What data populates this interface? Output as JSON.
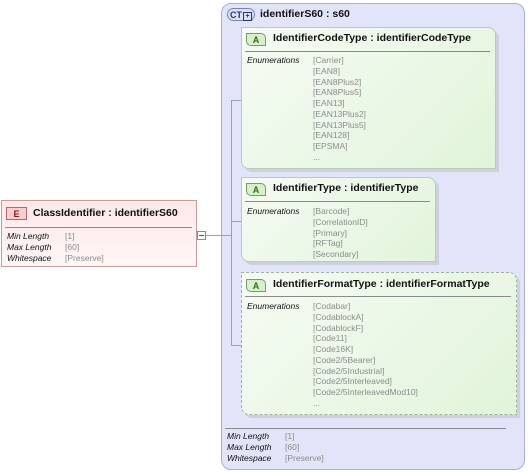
{
  "complex_type": {
    "badge": "CT",
    "title": "identifierS60 : s60",
    "facets": [
      {
        "label": "Min Length",
        "value": "[1]"
      },
      {
        "label": "Max Length",
        "value": "[60]"
      },
      {
        "label": "Whitespace",
        "value": "[Preserve]"
      }
    ]
  },
  "element": {
    "badge": "E",
    "title": "ClassIdentifier : identifierS60",
    "facets": [
      {
        "label": "Min Length",
        "value": "[1]"
      },
      {
        "label": "Max Length",
        "value": "[60]"
      },
      {
        "label": "Whitespace",
        "value": "[Preserve]"
      }
    ]
  },
  "attributes": [
    {
      "badge": "A",
      "title": "IdentifierCodeType : identifierCodeType",
      "enum_label": "Enumerations",
      "values": [
        "[Carrier]",
        "[EAN8]",
        "[EAN8Plus2]",
        "[EAN8Plus5]",
        "[EAN13]",
        "[EAN13Plus2]",
        "[EAN13Plus5]",
        "[EAN128]",
        "[EPSMA]",
        "..."
      ]
    },
    {
      "badge": "A",
      "title": "IdentifierType : identifierType",
      "enum_label": "Enumerations",
      "values": [
        "[Barcode]",
        "[CorrelationID]",
        "[Primary]",
        "[RFTag]",
        "[Secondary]"
      ]
    },
    {
      "badge": "A",
      "title": "IdentifierFormatType : identifierFormatType",
      "enum_label": "Enumerations",
      "values": [
        "[Codabar]",
        "[CodablockA]",
        "[CodablockF]",
        "[Code11]",
        "[Code16K]",
        "[Code2/5Bearer]",
        "[Code2/5Industrial]",
        "[Code2/5Interleaved]",
        "[Code2/5InterleavedMod10]",
        "..."
      ]
    }
  ]
}
